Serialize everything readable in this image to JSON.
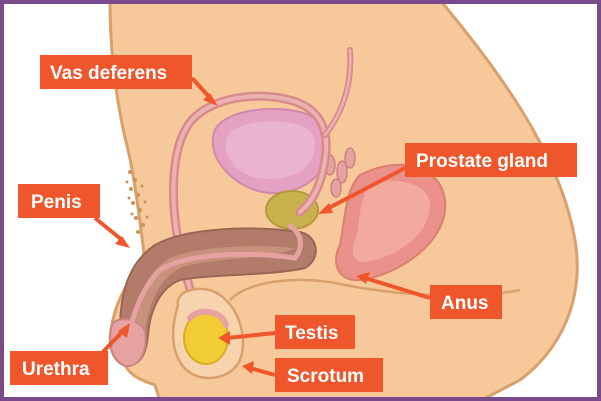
{
  "diagram": {
    "labels": {
      "vas_deferens": "Vas deferens",
      "prostate_gland": "Prostate gland",
      "penis": "Penis",
      "testis": "Testis",
      "anus": "Anus",
      "urethra": "Urethra",
      "scrotum": "Scrotum"
    }
  },
  "colors": {
    "frame": "#7b4a8c",
    "skin": "#f6c89a",
    "skin_outline": "#d9a06c",
    "label_bg": "#f0562b",
    "bladder": "#e4a1c2",
    "duct": "#e6a2a0",
    "prostate": "#c9b24e",
    "testis": "#f2cc35",
    "penis_shaft": "#b37c6a",
    "rectum": "#e9918a"
  }
}
